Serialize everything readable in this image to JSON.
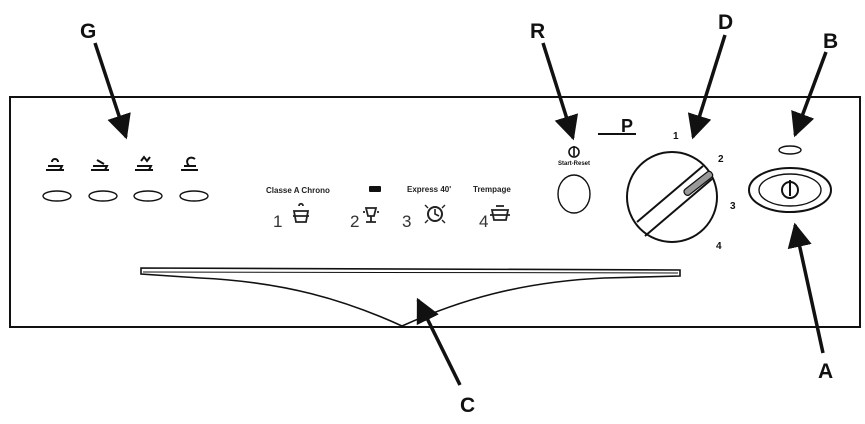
{
  "callouts": {
    "G": "G",
    "R": "R",
    "D": "D",
    "B": "B",
    "A": "A",
    "C": "C"
  },
  "programs": [
    {
      "number": "1",
      "name": "Classe A Chrono",
      "icon": "pot-icon"
    },
    {
      "number": "2",
      "name": "",
      "icon": "glass-icon"
    },
    {
      "number": "3",
      "name": "Express 40'",
      "icon": "express-icon"
    },
    {
      "number": "4",
      "name": "Trempage",
      "icon": "soak-icon"
    }
  ],
  "option_icons": [
    "option-icon-1",
    "option-icon-2",
    "option-icon-3",
    "option-icon-4"
  ],
  "reset": {
    "label": "Start-Reset",
    "icon": "power-icon"
  },
  "program_marker": "P",
  "dial_numbers": [
    "1",
    "2",
    "3",
    "4"
  ],
  "colors": {
    "line": "#111111",
    "panel": "#ffffff"
  }
}
